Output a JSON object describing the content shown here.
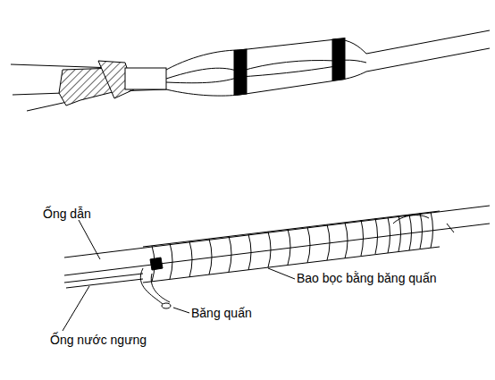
{
  "diagram": {
    "labels": [
      "Ống dẫn",
      "Bao bọc bằng băng quấn",
      "Băng quấn",
      "Ống nước ngưng"
    ]
  }
}
